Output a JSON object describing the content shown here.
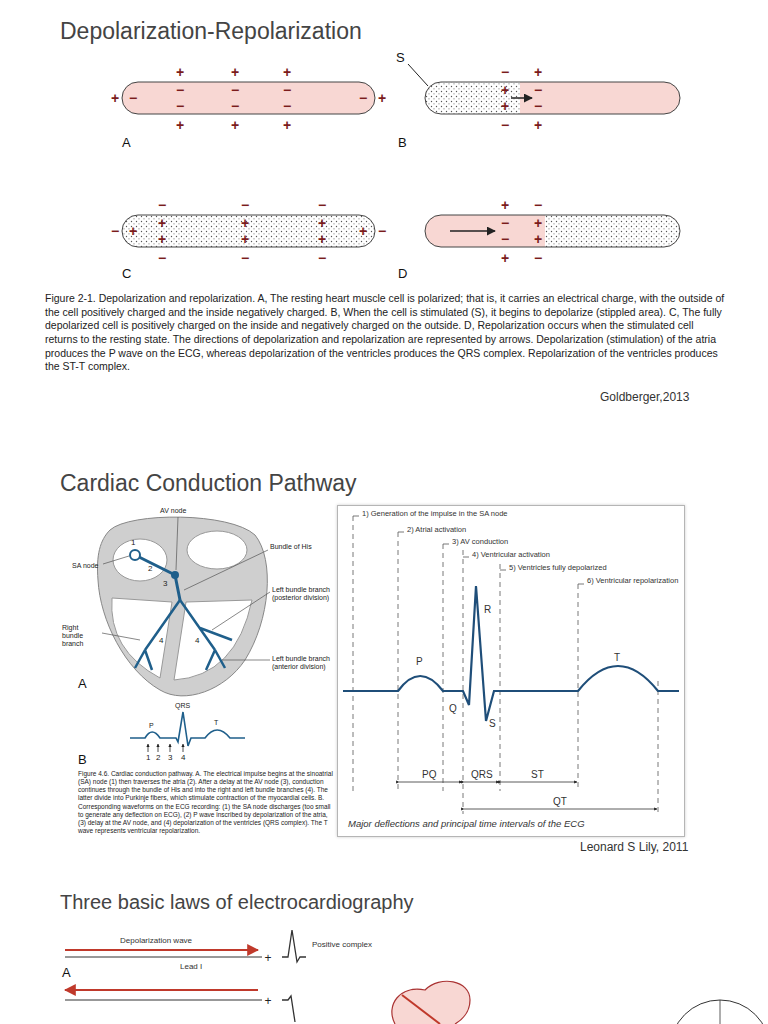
{
  "diagram": {
    "title": "Depolarization-Repolarization",
    "caption": "Figure 2-1. Depolarization and repolarization. A, The resting heart muscle cell is polarized; that is, it carries an electrical charge, with the outside of the cell positively charged and the inside negatively charged. B, When the cell is stimulated (S), it begins to depolarize (stippled area). C, The fully depolarized cell is positively charged on the inside and negatively charged on the outside. D, Repolarization occurs when the stimulated cell returns to the resting state. The directions of depolarization and repolarization are represented by arrows. Depolarization (stimulation) of the atria produces the P wave on the ECG, whereas depolarization of the ventricles produces the QRS complex. Repolarization of the ventricles produces the ST-T complex.",
    "nodes": [
      {
        "text": [
          "1) Generation of the impulse in the SA node",
          "2) Atrial activation",
          "3) AV conduction",
          "4) Ventricular activation",
          "5) Ventricles fully depolarized",
          "6) Ventricular repolarization",
          "P",
          "R",
          "Q",
          "S",
          "T",
          "PQ",
          "QRS",
          "ST",
          "QT",
          "Major deflections and principal time intervals of the ECG"
        ]
      }
    ],
    "labels": [
      "+",
      "+",
      "+",
      "−",
      "−",
      "−",
      "+",
      "−",
      "−",
      "+",
      "−",
      "−",
      "−",
      "+",
      "+",
      "+",
      "A",
      "B",
      "S",
      "−",
      "+",
      "+",
      "−",
      "+",
      "−",
      "−",
      "+",
      "C",
      "D",
      "−",
      "−",
      "−",
      "+",
      "+",
      "+",
      "−",
      "+",
      "+",
      "−",
      "+",
      "+",
      "+",
      "−",
      "−",
      "−",
      "+",
      "−",
      "−",
      "+",
      "−",
      "+",
      "+",
      "−",
      "Goldberger,2013",
      "Cardiac Conduction Pathway",
      "AV node",
      "SA node",
      "Bundle of His",
      "Left bundle branch (posterior division)",
      "Right bundle branch",
      "Left bundle branch (anterior division)",
      "1",
      "2",
      "3",
      "4",
      "4",
      "A",
      "QRS",
      "P",
      "T",
      "1",
      "2",
      "3",
      "4",
      "B",
      "Figure 4.6. Cardiac conduction pathway. A. The electrical impulse begins at the sinoatrial (SA) node (1) then traverses the atria (2). After a delay at the AV node (3), conduction continues through the bundle of His and into the right and left bundle branches (4). The latter divide into Purkinje fibers, which stimulate contraction of the myocardial cells. B. Corresponding waveforms on the ECG recording: (1) the SA node discharges (too small to generate any deflection on ECG), (2) P wave inscribed by depolarization of the atria, (3) delay at the AV node, and (4) depolarization of the ventricles (QRS complex). The T wave represents ventricular repolarization.",
      "Leonard S Lily, 2011",
      "Three basic laws of electrocardiography",
      "Depolarization wave",
      "+",
      "Positive complex",
      "A",
      "Lead I",
      "+"
    ]
  }
}
